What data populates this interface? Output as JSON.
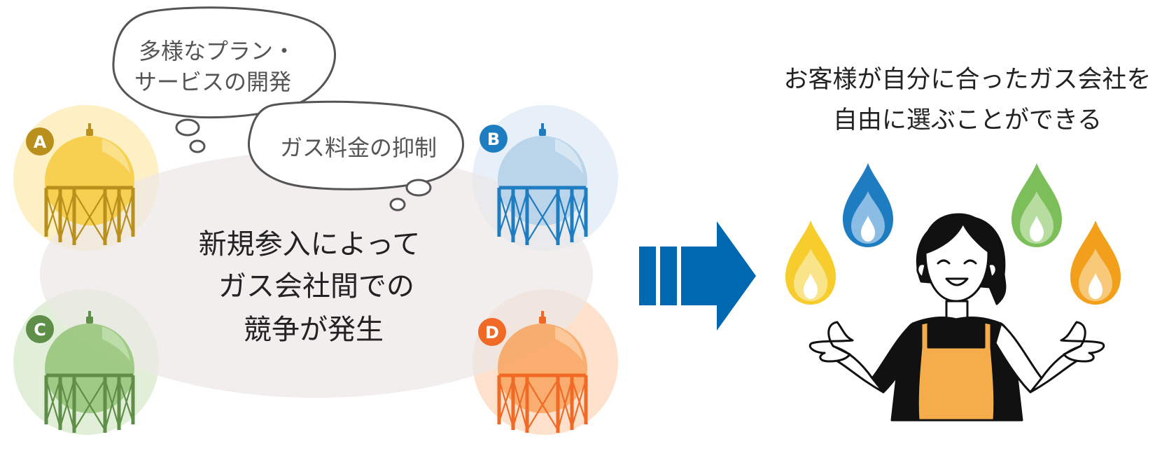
{
  "central_text": [
    "新規参入によって",
    "ガス会社間での",
    "競争が発生"
  ],
  "bubble_plans": [
    "多様なプラン・",
    "サービスの開発"
  ],
  "bubble_price": "ガス料金の抑制",
  "result_text": [
    "お客様が自分に合ったガス会社を",
    "自由に選ぶことができる"
  ],
  "companies": [
    {
      "letter": "A",
      "main": "#f6cd47",
      "light": "#fbe08a",
      "dark": "#b8901b",
      "bg": "#fdf0c4"
    },
    {
      "letter": "B",
      "main": "#b6d1e8",
      "light": "#d6e6f3",
      "dark": "#1e7cc0",
      "bg": "#e7f0f9"
    },
    {
      "letter": "C",
      "main": "#99c77e",
      "light": "#bcdca8",
      "dark": "#5e8e47",
      "bg": "#e1efd8"
    },
    {
      "letter": "D",
      "main": "#f9a866",
      "light": "#fcc89a",
      "dark": "#f06a26",
      "bg": "#fde1cc"
    }
  ],
  "arrow_color": "#0068b0",
  "flame_colors": [
    {
      "outer": "#f6cd2d",
      "inner": "#fae48a"
    },
    {
      "outer": "#1e7cc0",
      "inner": "#8bbde4"
    },
    {
      "outer": "#7cbf5a",
      "inner": "#b6dc9f"
    },
    {
      "outer": "#f2a01c",
      "inner": "#f8c978"
    }
  ],
  "apron_color": "#f5ad4c"
}
